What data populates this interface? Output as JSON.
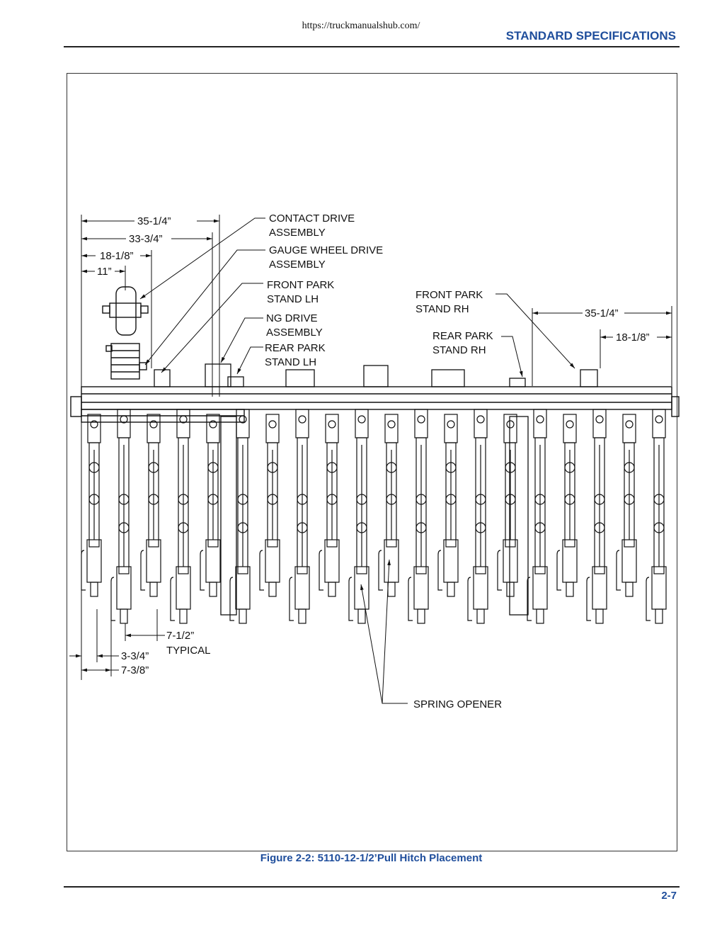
{
  "header": {
    "url": "https://truckmanualshub.com/",
    "section_title": "STANDARD SPECIFICATIONS"
  },
  "figure": {
    "caption": "Figure 2-2:  5110-12-1/2’Pull Hitch Placement",
    "dimensions": {
      "d1": "35-1/4”",
      "d2": "33-3/4”",
      "d3": "18-1/8”",
      "d4": "11”",
      "d5": "35-1/4”",
      "d6": "18-1/8”",
      "d7": "7-1/2”",
      "d7b": "TYPICAL",
      "d8": "3-3/4”",
      "d9": "7-3/8”"
    },
    "labels": {
      "contact_drive_1": "CONTACT DRIVE",
      "contact_drive_2": "ASSEMBLY",
      "gauge_wheel_1": "GAUGE WHEEL DRIVE",
      "gauge_wheel_2": "ASSEMBLY",
      "front_park_lh_1": "FRONT PARK",
      "front_park_lh_2": "STAND LH",
      "ng_drive_1": "NG DRIVE",
      "ng_drive_2": "ASSEMBLY",
      "rear_park_lh_1": "REAR PARK",
      "rear_park_lh_2": "STAND LH",
      "front_park_rh_1": "FRONT PARK",
      "front_park_rh_2": "STAND RH",
      "rear_park_rh_1": "REAR PARK",
      "rear_park_rh_2": "STAND RH",
      "spring_opener": "SPRING OPENER"
    }
  },
  "footer": {
    "page_number": "2-7"
  }
}
